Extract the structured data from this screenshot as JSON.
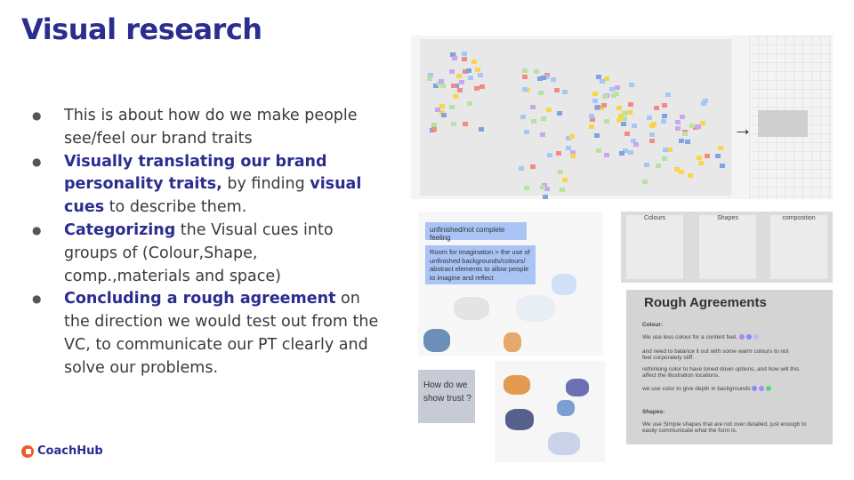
{
  "slide": {
    "title": "Visual research",
    "bullets": [
      {
        "pre": "",
        "bold": "",
        "text": "This is about how do we make people see/feel our brand traits",
        "bold2": "",
        "text2": ""
      },
      {
        "pre": "",
        "bold": "Visually translating our brand personality traits,",
        "text": " by finding ",
        "bold2": "visual cues",
        "text2": " to describe them."
      },
      {
        "pre": "",
        "bold": "Categorizing",
        "text": " the Visual cues into groups of (Colour,Shape, comp.,materials and space)",
        "bold2": "",
        "text2": ""
      },
      {
        "pre": "",
        "bold": "Concluding a rough agreement",
        "text": " on the direction we would test out from the VC, to communicate our PT clearly and solve our problems.",
        "bold2": "",
        "text2": ""
      }
    ],
    "logo_text": "CoachHub",
    "brand_color": "#2b2d8f",
    "logo_color": "#f05a28"
  },
  "images": {
    "notes": [
      "unfinished/not complete feeling",
      "Room for imagination > the use of unfinished backgrounds/colours/ abstract elements to allow people to imagine and reflect"
    ],
    "columns": [
      "Colours",
      "Shapes",
      "composition"
    ],
    "rough_agreements": {
      "title": "Rough Agreements",
      "lines": [
        "Colour:",
        "We use less colour for a content feel,",
        "and need to balance it out with some warm colours to not feel corporately stiff.",
        "rethinking color to have toned down options, and how will this affect the illustration locations.",
        "we use color to give depth in backgrounds",
        "Shapes:",
        "We use Simple shapes that are not over detailed, just enough to easily communicate what the form is."
      ]
    },
    "trust_note": "How do we show trust ?"
  }
}
